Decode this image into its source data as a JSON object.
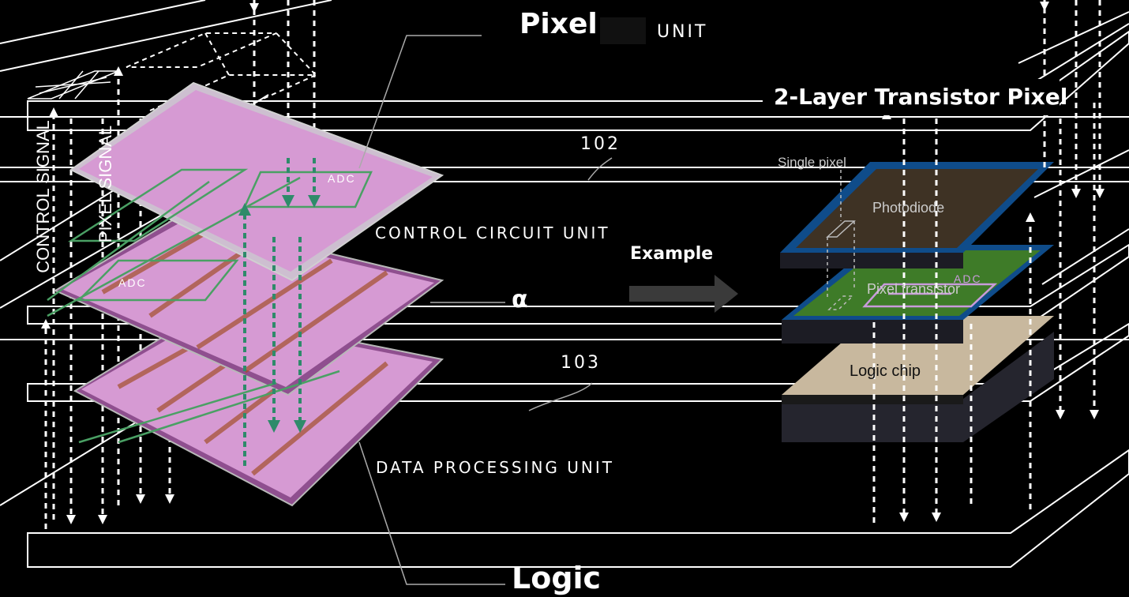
{
  "labels": {
    "pixel": "Pixel",
    "unit": "UNIT",
    "two_layer": "2-Layer Transistor Pixel",
    "ref_102": "102",
    "ref_103": "103",
    "single_pixel": "Single pixel",
    "photodiode": "Photodiode",
    "control_circuit": "CONTROL CIRCUIT UNIT",
    "example": "Example",
    "alpha": "α",
    "pixel_transistor": "Pixel transistor",
    "adc": "ADC",
    "logic_chip": "Logic chip",
    "data_processing": "DATA PROCESSING UNIT",
    "logic": "Logic",
    "control_signal": "CONTROL SIGNAL",
    "pixel_signal": "PIXEL SIGNAL"
  },
  "colors": {
    "background": "#000000",
    "line": "#ffffff",
    "die": "#d69ad3",
    "die_dark": "#8f4f8f",
    "green": "#4aa064",
    "photodiode": "#3e3224",
    "frame_blue": "#0f4c8a",
    "transistor": "#3e7b28",
    "logic_chip": "#c8b89e",
    "chip_body": "#25252e",
    "arrow_grey": "#3a3a3a"
  }
}
